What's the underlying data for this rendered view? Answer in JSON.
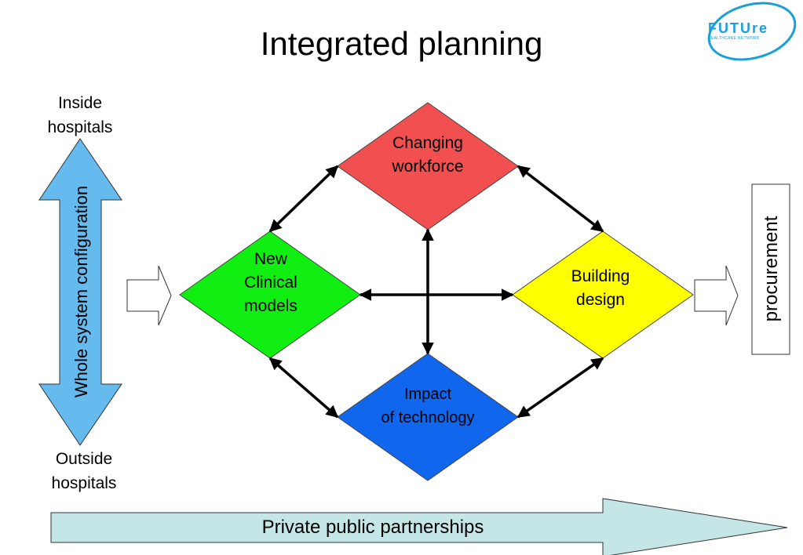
{
  "title": "Integrated planning",
  "logo": {
    "main": "FUTUre",
    "sub": "HEALTHCARE NETWORK",
    "color": "#1a9fd8"
  },
  "vertical_axis": {
    "label": "Whole system configuration",
    "top_label_1": "Inside",
    "top_label_2": "hospitals",
    "bottom_label_1": "Outside",
    "bottom_label_2": "hospitals",
    "color": "#66bbee"
  },
  "diamonds": {
    "top": {
      "line1": "Changing",
      "line2": "workforce",
      "color": "#f25050"
    },
    "left": {
      "line1": "New",
      "line2": "Clinical",
      "line3": "models",
      "color": "#11ee11"
    },
    "right": {
      "line1": "Building",
      "line2": "design",
      "color": "#ffff00"
    },
    "bottom": {
      "line1": "Impact",
      "line2": "of technology",
      "color": "#1166ee"
    }
  },
  "procurement": {
    "label": "procurement"
  },
  "ppp_arrow": {
    "label": "Private public partnerships",
    "color": "#c5e6e6"
  }
}
